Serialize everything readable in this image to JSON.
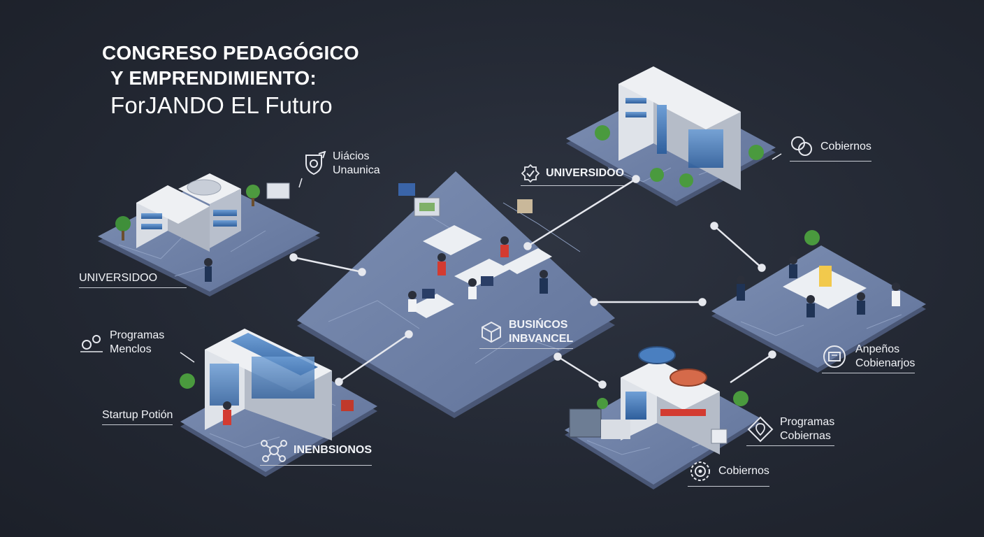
{
  "title": {
    "line1": "CONGRESO PEDAGÓGICO",
    "line2": "Y EMPRENDIMIENTO:",
    "line3": "ForJANDO EL Futuro"
  },
  "labels": {
    "uniacks_1": "Uiácios",
    "uniacks_2": "Unaunica",
    "universidoo_top": "UNIVERSIDOO",
    "gobiernos_top": "Cobiernos",
    "universidoo_left": "UNIVERSIDOO",
    "programas_left_1": "Programas",
    "programas_left_2": "Menclos",
    "business_1": "BUSIŃCOS",
    "business_2": "INBVANCEL",
    "startup": "Startup Potión",
    "inversiones": "INENBSIONOS",
    "anpenos_1": "Anpeños",
    "anpenos_2": "Cobienarjos",
    "programas_right_1": "Programas",
    "programas_right_2": "Cobiernas",
    "gobiernos_bottom": "Cobiernos"
  },
  "icons": {
    "uniacks": "rocket-shield-icon",
    "universidoo_top": "badge-check-icon",
    "gobiernos_top": "rings-icon",
    "programas_left": "gears-icon",
    "business": "cube-icon",
    "inversiones": "network-icon",
    "anpenos": "building-icon",
    "programas_right": "diamond-pin-icon",
    "gobiernos_bottom": "gear-icon"
  },
  "colors": {
    "background": "#232833",
    "platform": "#6d7fa3",
    "platform_edge": "#4a5776",
    "text": "#ffffff",
    "connector": "#e6e8ee"
  }
}
